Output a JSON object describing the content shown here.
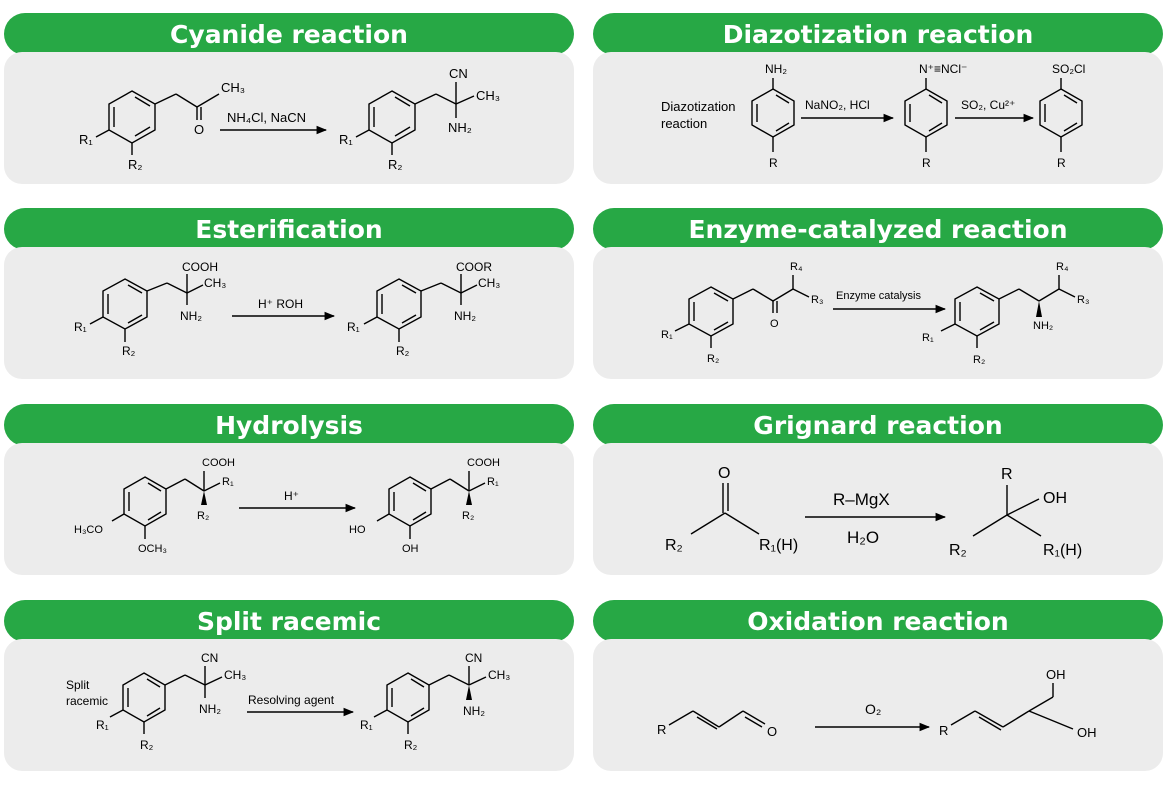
{
  "colors": {
    "title_bar": "#27a845",
    "panel": "#ececec",
    "title_text": "#ffffff"
  },
  "cards": {
    "cyanide": {
      "title": "Cyanide reaction",
      "reagent": "NH₄Cl, NaCN",
      "labels": {
        "r1": "R₁",
        "r2": "R₂",
        "o": "O",
        "ch3": "CH₃",
        "cn": "CN",
        "nh2": "NH₂"
      }
    },
    "diazotization": {
      "title": "Diazotization reaction",
      "note_line1": "Diazotization",
      "note_line2": "reaction",
      "reagent1": "NaNO₂, HCl",
      "reagent2": "SO₂, Cu²⁺",
      "labels": {
        "nh2": "NH₂",
        "r": "R",
        "diazonium": "N⁺≡NCl⁻",
        "so2cl": "SO₂Cl"
      }
    },
    "esterification": {
      "title": "Esterification",
      "reagent": "H⁺ ROH",
      "labels": {
        "cooh": "COOH",
        "coor": "COOR",
        "ch3": "CH₃",
        "nh2": "NH₂",
        "r1": "R₁",
        "r2": "R₂"
      }
    },
    "enzyme": {
      "title": "Enzyme-catalyzed reaction",
      "reagent": "Enzyme catalysis",
      "labels": {
        "r4": "R₄",
        "r3": "R₃",
        "o": "O",
        "r1": "R₁",
        "r2": "R₂",
        "nh2": "NH₂"
      }
    },
    "hydrolysis": {
      "title": "Hydrolysis",
      "reagent": "H⁺",
      "labels": {
        "cooh": "COOH",
        "r1": "R₁",
        "r2": "R₂",
        "h3co": "H₃CO",
        "och3": "OCH₃",
        "ho": "HO",
        "oh": "OH"
      }
    },
    "grignard": {
      "title": "Grignard reaction",
      "reagent_top": "R–MgX",
      "reagent_bottom": "H₂O",
      "labels": {
        "o": "O",
        "r2": "R₂",
        "r1h": "R₁(H)",
        "r": "R",
        "oh": "OH"
      }
    },
    "split": {
      "title": "Split racemic",
      "note_line1": "Split",
      "note_line2": "racemic",
      "reagent": "Resolving agent",
      "labels": {
        "cn": "CN",
        "ch3": "CH₃",
        "nh2": "NH₂",
        "r1": "R₁",
        "r2": "R₂"
      }
    },
    "oxidation": {
      "title": "Oxidation reaction",
      "reagent": "O₂",
      "labels": {
        "r": "R",
        "o": "O",
        "oh": "OH"
      }
    }
  }
}
